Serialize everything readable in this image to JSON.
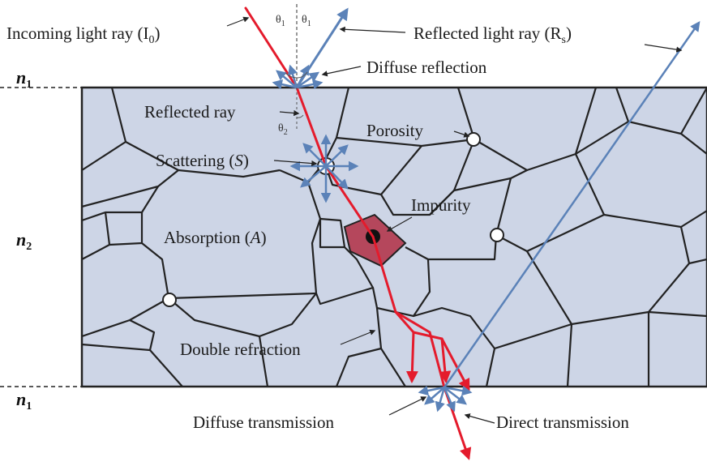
{
  "labels": {
    "incoming": "Incoming light ray (I",
    "incoming_sub": "0",
    "incoming_end": ")",
    "reflected": "Reflected light ray (R",
    "reflected_sub": "s",
    "reflected_end": ")",
    "diffuse_reflection": "Diffuse reflection",
    "reflected_ray": "Reflected ray",
    "porosity": "Porosity",
    "scattering": "Scattering (",
    "scattering_sym": "S",
    "scattering_end": ")",
    "impurity": "Impurity",
    "absorption": "Absorption (",
    "absorption_sym": "A",
    "absorption_end": ")",
    "double_refraction": "Double refraction",
    "diffuse_transmission": "Diffuse transmission",
    "direct_transmission": "Direct transmission",
    "theta1a": "θ",
    "theta1a_sub": "1",
    "theta1b": "θ",
    "theta1b_sub": "1",
    "theta2": "θ",
    "theta2_sub": "2"
  },
  "media": {
    "n1_top": "n",
    "n1_top_sub": "1",
    "n2": "n",
    "n2_sub": "2",
    "n1_bottom": "n",
    "n1_bottom_sub": "1"
  },
  "colors": {
    "slab_fill": "#cdd5e6",
    "grain_line": "#222222",
    "incoming_ray": "#e41b2c",
    "reflected_ray": "#5b82b8",
    "impurity_fill": "#b5475c",
    "porosity_fill": "#ffffff",
    "diffuse_arrow": "#5b82b8"
  }
}
